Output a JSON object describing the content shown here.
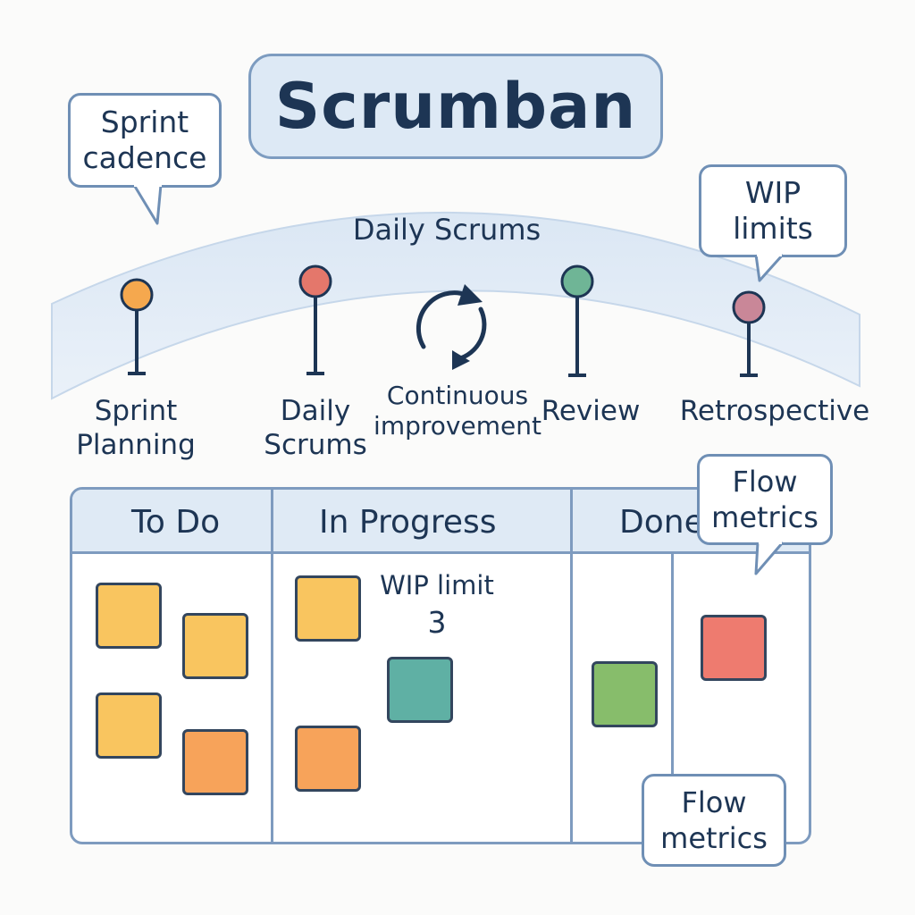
{
  "title": "Scrumban",
  "arc_label": "Daily Scrums",
  "callouts": {
    "sprint_cadence": "Sprint\ncadence",
    "wip_limits": "WIP\nlimits",
    "flow_metrics_top": "Flow\nmetrics",
    "flow_metrics_bottom": "Flow\nmetrics"
  },
  "events": [
    {
      "label": "Sprint\nPlanning",
      "color": "#f5a84e"
    },
    {
      "label": "Daily\nScrums",
      "color": "#e4776b"
    },
    {
      "label": "Continuous\nimprovement",
      "icon": "cycle-icon"
    },
    {
      "label": "Review",
      "color": "#6fb596"
    },
    {
      "label": "Retrospective",
      "color": "#c98798"
    }
  ],
  "board": {
    "columns": [
      "To Do",
      "In Progress",
      "Done"
    ],
    "wip_label": "WIP limit",
    "wip_value": "3"
  },
  "colors": {
    "yellow": "#f9c55f",
    "orange": "#f7a35a",
    "teal": "#5fb0a4",
    "green": "#87bd6b",
    "red": "#ee7b6f"
  }
}
